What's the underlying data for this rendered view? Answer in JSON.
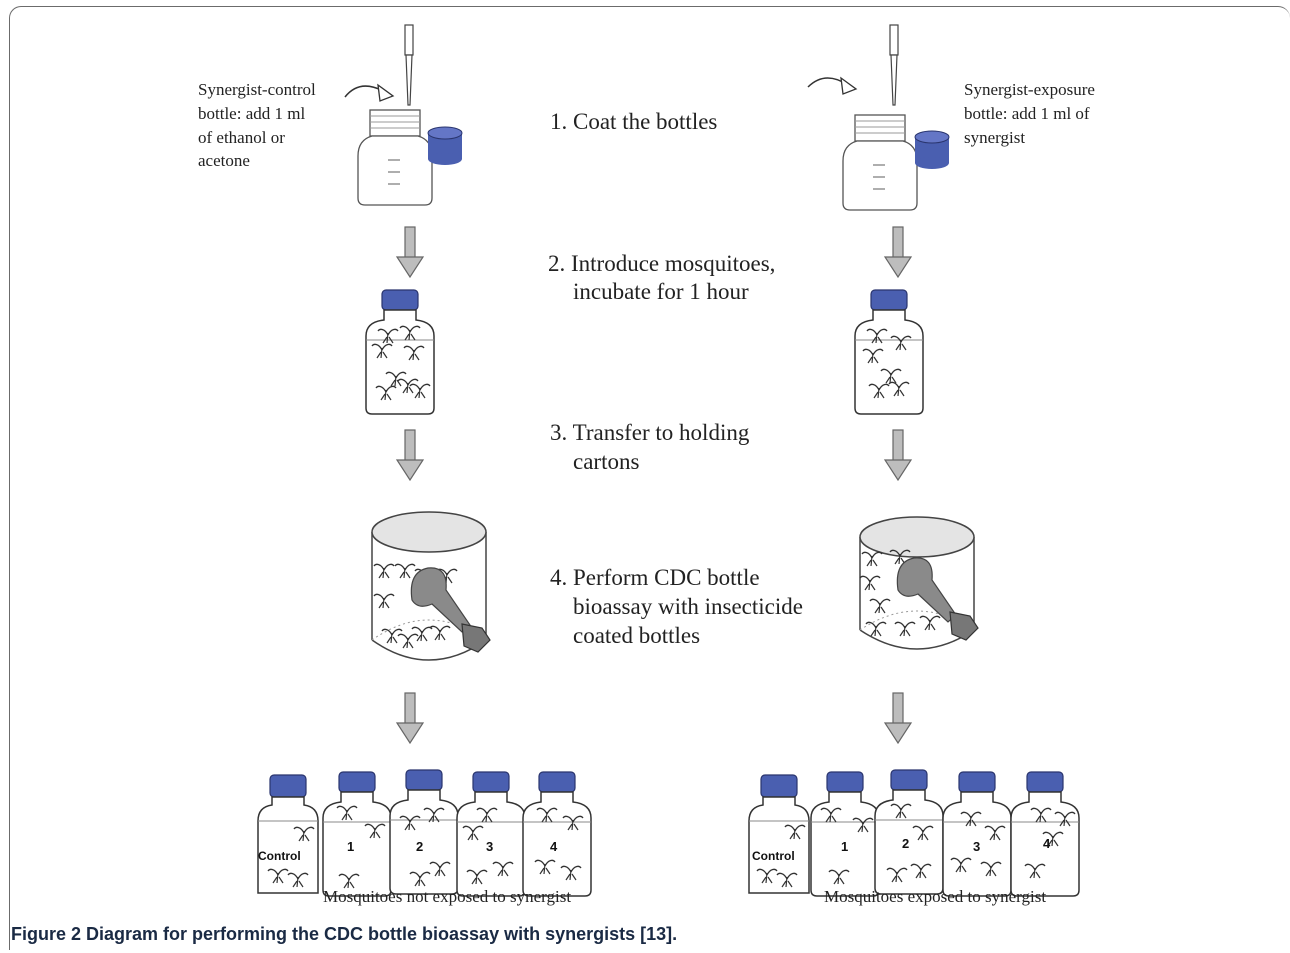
{
  "notes": {
    "left": [
      "Synergist-control",
      "bottle: add 1 ml",
      "of ethanol or",
      "acetone"
    ],
    "right": [
      "Synergist-exposure",
      "bottle: add 1 ml of",
      "synergist"
    ]
  },
  "steps": [
    {
      "lines": [
        "1. Coat the bottles"
      ]
    },
    {
      "lines": [
        "2. Introduce mosquitoes,",
        "incubate for 1 hour"
      ]
    },
    {
      "lines": [
        "3. Transfer to holding",
        "cartons"
      ]
    },
    {
      "lines": [
        "4. Perform CDC bottle",
        "bioassay with insecticide",
        "coated bottles"
      ]
    }
  ],
  "bottle_labels": [
    "Control",
    "1",
    "2",
    "3",
    "4"
  ],
  "group_labels": {
    "left": "Mosquitoes not exposed to synergist",
    "right": "Mosquitoes exposed to synergist"
  },
  "caption": "Figure 2 Diagram for performing the CDC bottle bioassay with synergists [13].",
  "colors": {
    "cap_blue": "#4a5fb0",
    "arrow_gray": "#bdbdbd",
    "aspirator_gray": "#8a8a8a",
    "caption_color": "#1a2a44"
  }
}
